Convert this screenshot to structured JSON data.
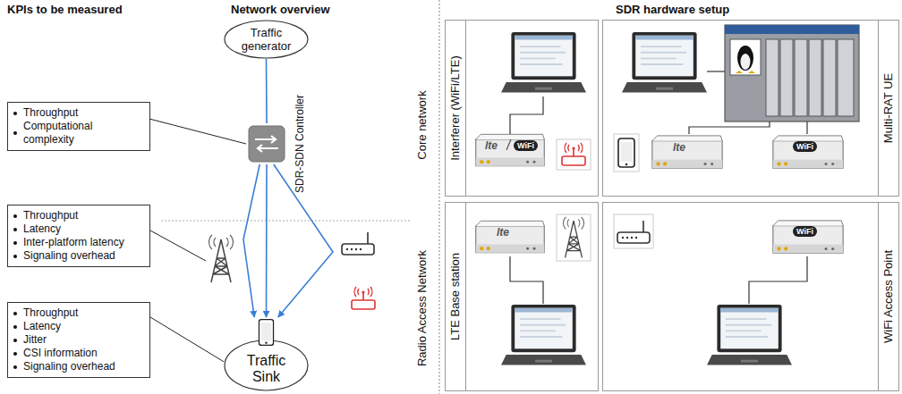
{
  "diagram": {
    "nodes": [
      {
        "text": [
          "Throughput",
          "Computational complexity"
        ]
      },
      {
        "text": [
          "Throughput",
          "Latency",
          "Inter-platform latency",
          "Signaling overhead"
        ]
      },
      {
        "text": [
          "Throughput",
          "Latency",
          "Jitter",
          "CSI information",
          "Signaling overhead"
        ]
      },
      {
        "text": [
          "Traffic generator"
        ]
      },
      {
        "text": [
          "SDR-SDN Controller"
        ]
      },
      {
        "text": [
          "Traffic Sink"
        ]
      },
      {
        "text": [
          "Interferer (WiFi/LTE)"
        ]
      },
      {
        "text": [
          "Multi-RAT UE"
        ]
      },
      {
        "text": [
          "LTE Base station"
        ]
      },
      {
        "text": [
          "WiFi Access Point"
        ]
      }
    ],
    "edges": [
      {
        "from": 0,
        "to": 4,
        "arrow": "none"
      },
      {
        "from": 2,
        "to": 5,
        "arrow": "none"
      },
      {
        "from": 3,
        "to": 4,
        "arrow": "none"
      },
      {
        "from": 4,
        "to": 5,
        "arrow": "to"
      },
      {
        "from": 4,
        "to": 5,
        "arrow": "to"
      },
      {
        "from": 4,
        "to": 5,
        "arrow": "to"
      }
    ],
    "labels": [
      "KPIs to be measured",
      "Network overview",
      "SDR hardware setup",
      "Core network",
      "Radio Access Network",
      "lte",
      "WiFi",
      "lte",
      "WiFi",
      "lte",
      "WiFi"
    ]
  }
}
